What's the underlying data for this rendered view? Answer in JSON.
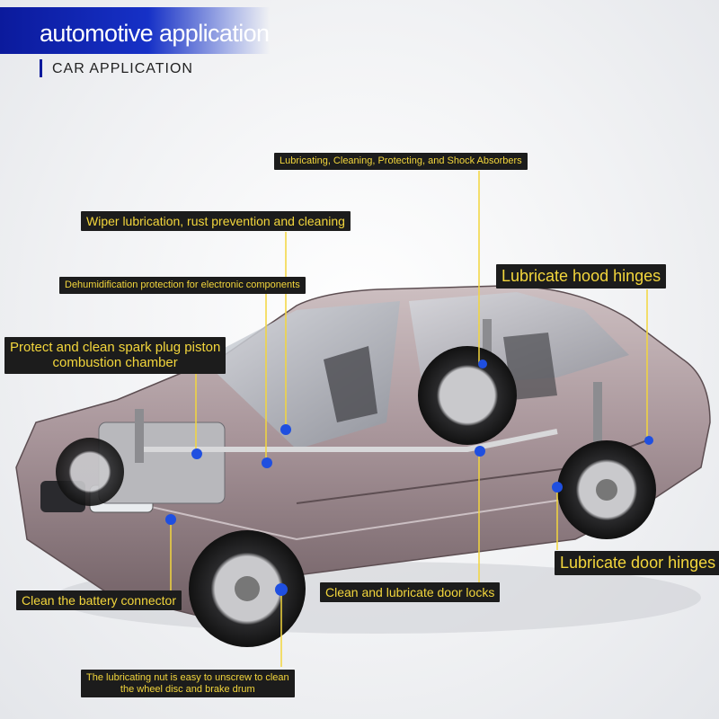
{
  "header": {
    "title": "automotive application",
    "subtitle": "CAR APPLICATION"
  },
  "labels": [
    {
      "id": "shock-absorbers",
      "text": "Lubricating, Cleaning, Protecting, and Shock Absorbers"
    },
    {
      "id": "wiper",
      "text": "Wiper lubrication, rust prevention and cleaning"
    },
    {
      "id": "electronics",
      "text": "Dehumidification protection for electronic components"
    },
    {
      "id": "hood-hinges",
      "text": "Lubricate hood hinges"
    },
    {
      "id": "spark-plug-1",
      "text": "Protect and clean spark plug piston"
    },
    {
      "id": "spark-plug-2",
      "text": "combustion chamber"
    },
    {
      "id": "battery",
      "text": "Clean the battery connector"
    },
    {
      "id": "door-locks",
      "text": "Clean and lubricate door locks"
    },
    {
      "id": "door-hinges",
      "text": "Lubricate door hinges"
    },
    {
      "id": "wheel-nut-1",
      "text": "The lubricating nut is easy to unscrew to clean"
    },
    {
      "id": "wheel-nut-2",
      "text": "the wheel disc and brake drum"
    }
  ],
  "colors": {
    "label_bg": "#1c1c1c",
    "label_text": "#f3d63c",
    "marker": "#1f4fe0",
    "banner": "#0b1a9c"
  }
}
